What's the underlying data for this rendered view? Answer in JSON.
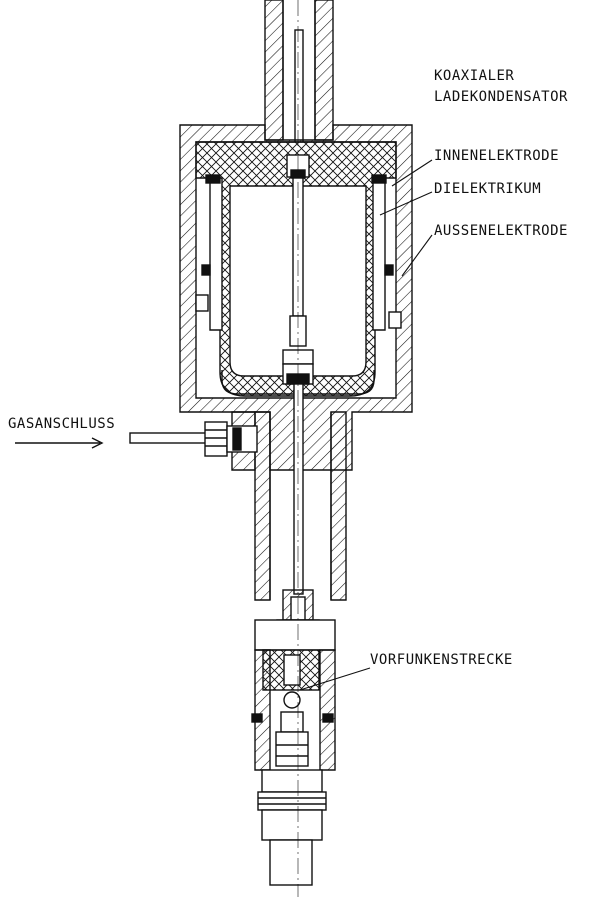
{
  "labels": {
    "coax_line1": "KOAXIALER",
    "coax_line2": "LADEKONDENSATOR",
    "inner": "INNENELEKTRODE",
    "dielectric": "DIELEKTRIKUM",
    "outer": "AUSSENELEKTRODE",
    "gas": "GASANSCHLUSS",
    "spark": "VORFUNKENSTRECKE"
  },
  "colors": {
    "ink": "#111111",
    "paper": "#ffffff"
  }
}
